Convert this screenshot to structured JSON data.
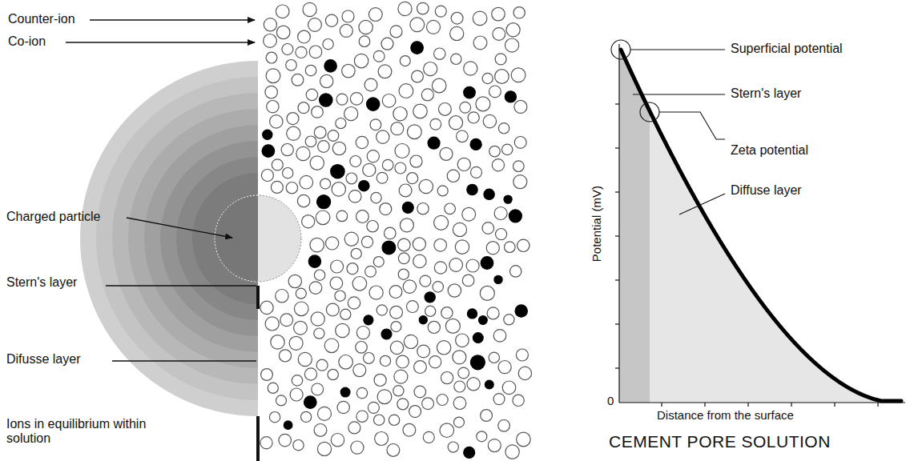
{
  "diagram": {
    "labels": [
      "Counter-ion",
      "Co-ion",
      "Charged particle",
      "Stern's layer",
      "Difusse layer",
      "Ions in equilibrium within solution",
      "Superficial potential",
      "Stern's layer",
      "Zeta potential",
      "Diffuse layer",
      "Potential (mV)",
      "0",
      "Distance from the surface",
      "CEMENT PORE SOLUTION"
    ]
  }
}
